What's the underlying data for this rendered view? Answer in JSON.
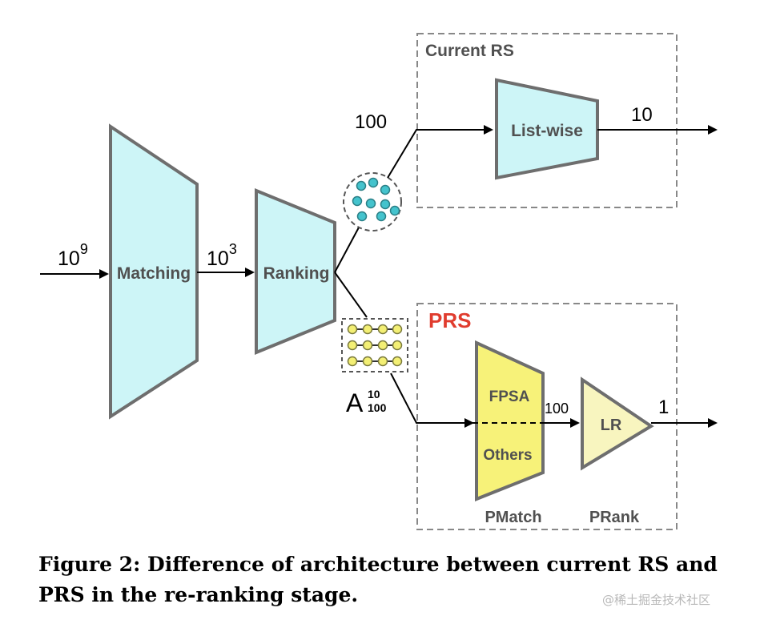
{
  "colors": {
    "funnel_fill": "#cdf5f7",
    "funnel_stroke": "#6e6e6e",
    "prs_fill": "#f7f279",
    "lr_fill": "#f8f5bf",
    "prs_title": "#e03c2e",
    "box_dash": "#888888",
    "teal_dot": "#44c3cd",
    "yellow_dot": "#f3ef74"
  },
  "stages": {
    "matching": "Matching",
    "ranking": "Ranking"
  },
  "flow": {
    "input_count_base": "10",
    "input_count_exp": "9",
    "mid_count_base": "10",
    "mid_count_exp": "3"
  },
  "current_rs": {
    "title": "Current RS",
    "input_count": "100",
    "model": "List-wise",
    "output_count": "10"
  },
  "prs": {
    "title": "PRS",
    "input_symbol": "A",
    "input_sup": "10",
    "input_sub": "100",
    "pmatch_top": "FPSA",
    "pmatch_bottom": "Others",
    "mid_count": "100",
    "lr": "LR",
    "output_count": "1",
    "pmatch_label": "PMatch",
    "prank_label": "PRank"
  },
  "caption": "Figure 2: Difference of architecture between current RS and PRS in the re-ranking stage.",
  "watermark": "@稀土掘金技术社区"
}
